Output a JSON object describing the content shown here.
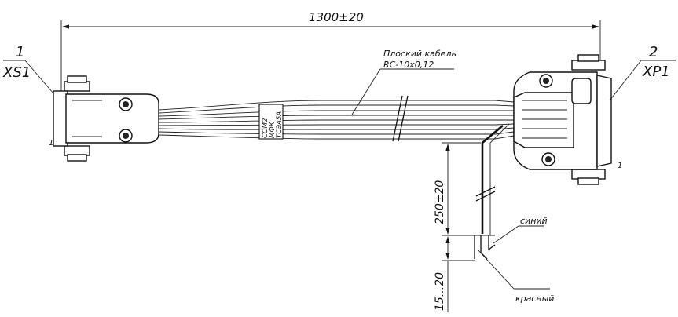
{
  "dims": {
    "total_length": "1300±20",
    "tail_length": "250±20",
    "strip_length": "15...20"
  },
  "left_connector": {
    "number": "1",
    "designator": "XS1",
    "pin_one": "1"
  },
  "right_connector": {
    "number": "2",
    "designator": "XP1",
    "pin_one": "1"
  },
  "cable": {
    "name_line1": "Плоский кабель",
    "name_line2": "RC-10x0,12",
    "marker_line1": "COM2",
    "marker_line2": "МФК",
    "marker_line3": "ТСЭА5А"
  },
  "wires": {
    "blue": "синий",
    "red": "красный"
  }
}
